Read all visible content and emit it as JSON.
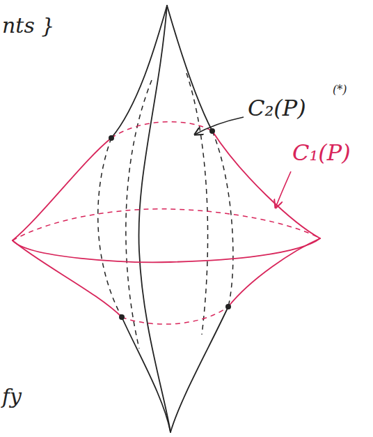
{
  "diagram": {
    "labels": [
      "nts }",
      "C₂(P)",
      "(*)",
      "C₁(P)",
      "fy"
    ]
  }
}
